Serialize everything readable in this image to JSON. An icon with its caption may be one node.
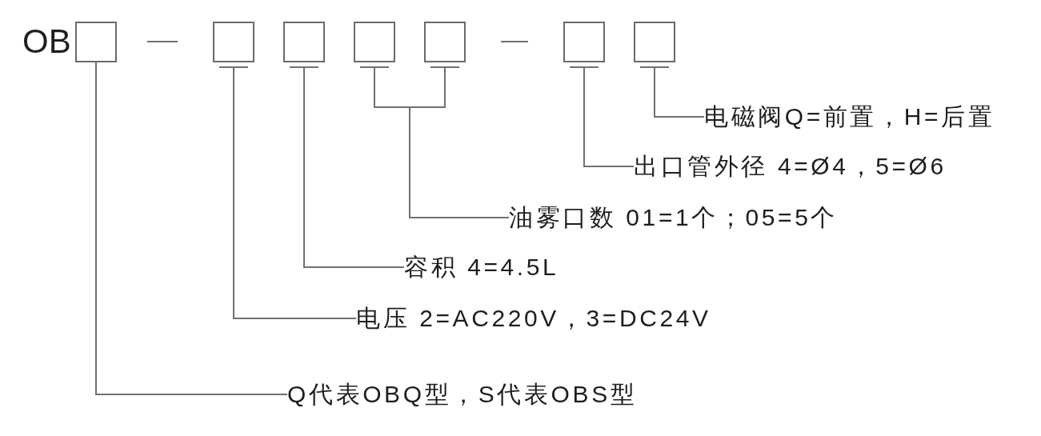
{
  "diagram": {
    "nodes": [
      {
        "text": [],
        "shape": "box"
      },
      {
        "text": [],
        "shape": "box"
      },
      {
        "text": [],
        "shape": "box"
      },
      {
        "text": [],
        "shape": "box"
      },
      {
        "text": [],
        "shape": "box"
      },
      {
        "text": [],
        "shape": "box"
      },
      {
        "text": [],
        "shape": "box"
      },
      {
        "text": [
          "电磁阀Q=前置，H=后置"
        ]
      },
      {
        "text": [
          "出口管外径 4=Ø4，5=Ø6"
        ]
      },
      {
        "text": [
          "油雾口数 01=1个；05=5个"
        ]
      },
      {
        "text": [
          "容积 4=4.5L"
        ]
      },
      {
        "text": [
          "电压 2=AC220V，3=DC24V"
        ]
      },
      {
        "text": [
          "Q代表OBQ型，S代表OBS型"
        ]
      }
    ],
    "edges": [
      {
        "from": 0,
        "to": 12,
        "arrow": "none"
      },
      {
        "from": 1,
        "to": 11,
        "arrow": "none"
      },
      {
        "from": 2,
        "to": 10,
        "arrow": "none"
      },
      {
        "from": 3,
        "to": 9,
        "arrow": "none"
      },
      {
        "from": 4,
        "to": 9,
        "arrow": "none"
      },
      {
        "from": 5,
        "to": 8,
        "arrow": "none"
      },
      {
        "from": 6,
        "to": 7,
        "arrow": "none"
      }
    ],
    "labels": [
      "OB"
    ]
  }
}
